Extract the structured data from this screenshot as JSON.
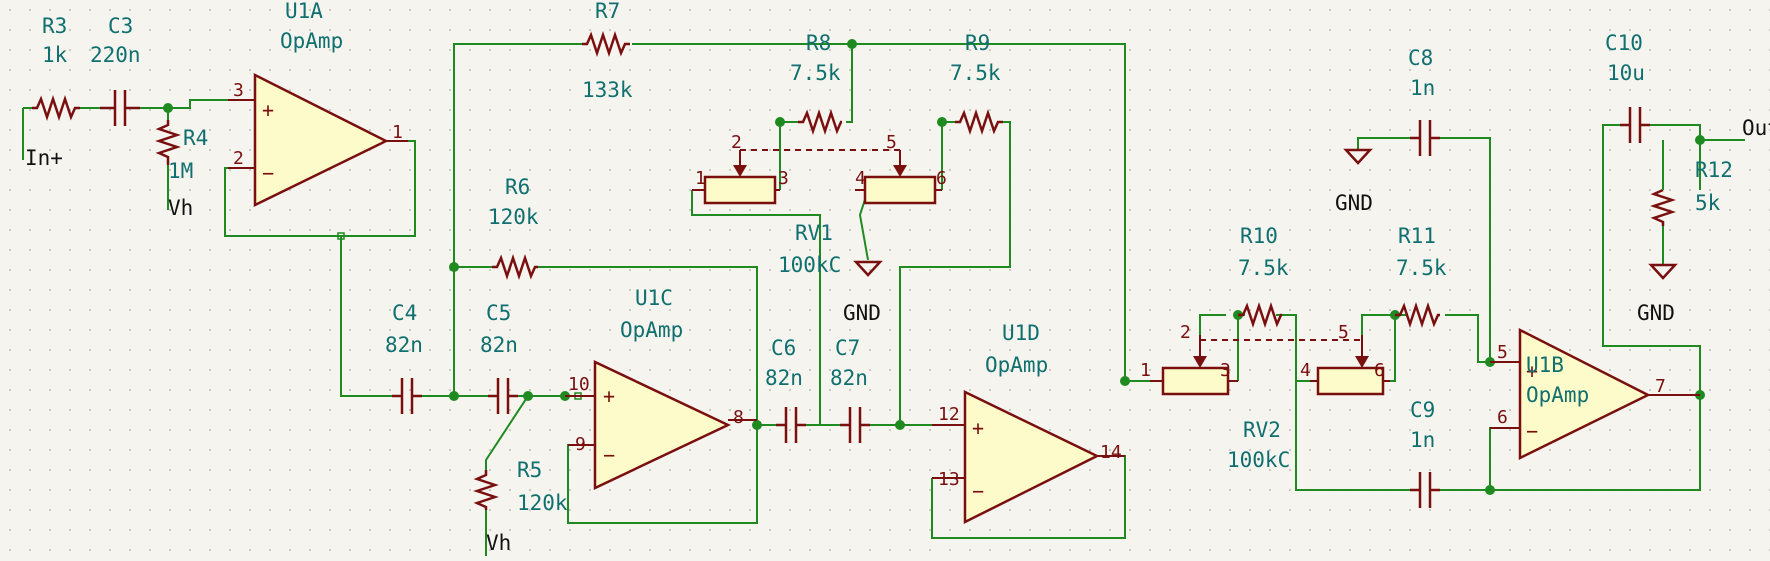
{
  "components": {
    "R3": {
      "ref": "R3",
      "value": "1k"
    },
    "C3": {
      "ref": "C3",
      "value": "220n"
    },
    "U1A": {
      "ref": "U1A",
      "value": "OpAmp"
    },
    "R4": {
      "ref": "R4",
      "value": "1M"
    },
    "R7": {
      "ref": "R7",
      "value": "133k"
    },
    "R8": {
      "ref": "R8",
      "value": "7.5k"
    },
    "R9": {
      "ref": "R9",
      "value": "7.5k"
    },
    "RV1": {
      "ref": "RV1",
      "value": "100kC"
    },
    "R6": {
      "ref": "R6",
      "value": "120k"
    },
    "C4": {
      "ref": "C4",
      "value": "82n"
    },
    "C5": {
      "ref": "C5",
      "value": "82n"
    },
    "U1C": {
      "ref": "U1C",
      "value": "OpAmp"
    },
    "R5": {
      "ref": "R5",
      "value": "120k"
    },
    "C6": {
      "ref": "C6",
      "value": "82n"
    },
    "C7": {
      "ref": "C7",
      "value": "82n"
    },
    "U1D": {
      "ref": "U1D",
      "value": "OpAmp"
    },
    "R10": {
      "ref": "R10",
      "value": "7.5k"
    },
    "R11": {
      "ref": "R11",
      "value": "7.5k"
    },
    "RV2": {
      "ref": "RV2",
      "value": "100kC"
    },
    "C8": {
      "ref": "C8",
      "value": "1n"
    },
    "C9": {
      "ref": "C9",
      "value": "1n"
    },
    "U1B": {
      "ref": "U1B",
      "value": "OpAmp"
    },
    "C10": {
      "ref": "C10",
      "value": "10u"
    },
    "R12": {
      "ref": "R12",
      "value": "5k"
    }
  },
  "nets": {
    "in": "In+",
    "out": "Out+",
    "vh": "Vh",
    "gnd": "GND"
  },
  "pins": {
    "u1a": {
      "noninv": "3",
      "inv": "2",
      "out": "1"
    },
    "u1c": {
      "noninv": "10",
      "inv": "9",
      "out": "8"
    },
    "u1d": {
      "noninv": "12",
      "inv": "13",
      "out": "14"
    },
    "u1b": {
      "noninv": "5",
      "inv": "6",
      "out": "7"
    },
    "rv1": {
      "p1": "1",
      "p2": "2",
      "p3": "3",
      "p4": "4",
      "p5": "5",
      "p6": "6"
    },
    "rv2": {
      "p1": "1",
      "p2": "2",
      "p3": "3",
      "p4": "4",
      "p5": "5",
      "p6": "6"
    }
  },
  "symbols": {
    "plus": "+",
    "minus": "−"
  },
  "colors": {
    "wire": "#1f8a1f",
    "body": "#7a0f0f",
    "fill": "#fdfbc9",
    "ref_text": "#106f6f",
    "background": "#f5f4ef"
  }
}
